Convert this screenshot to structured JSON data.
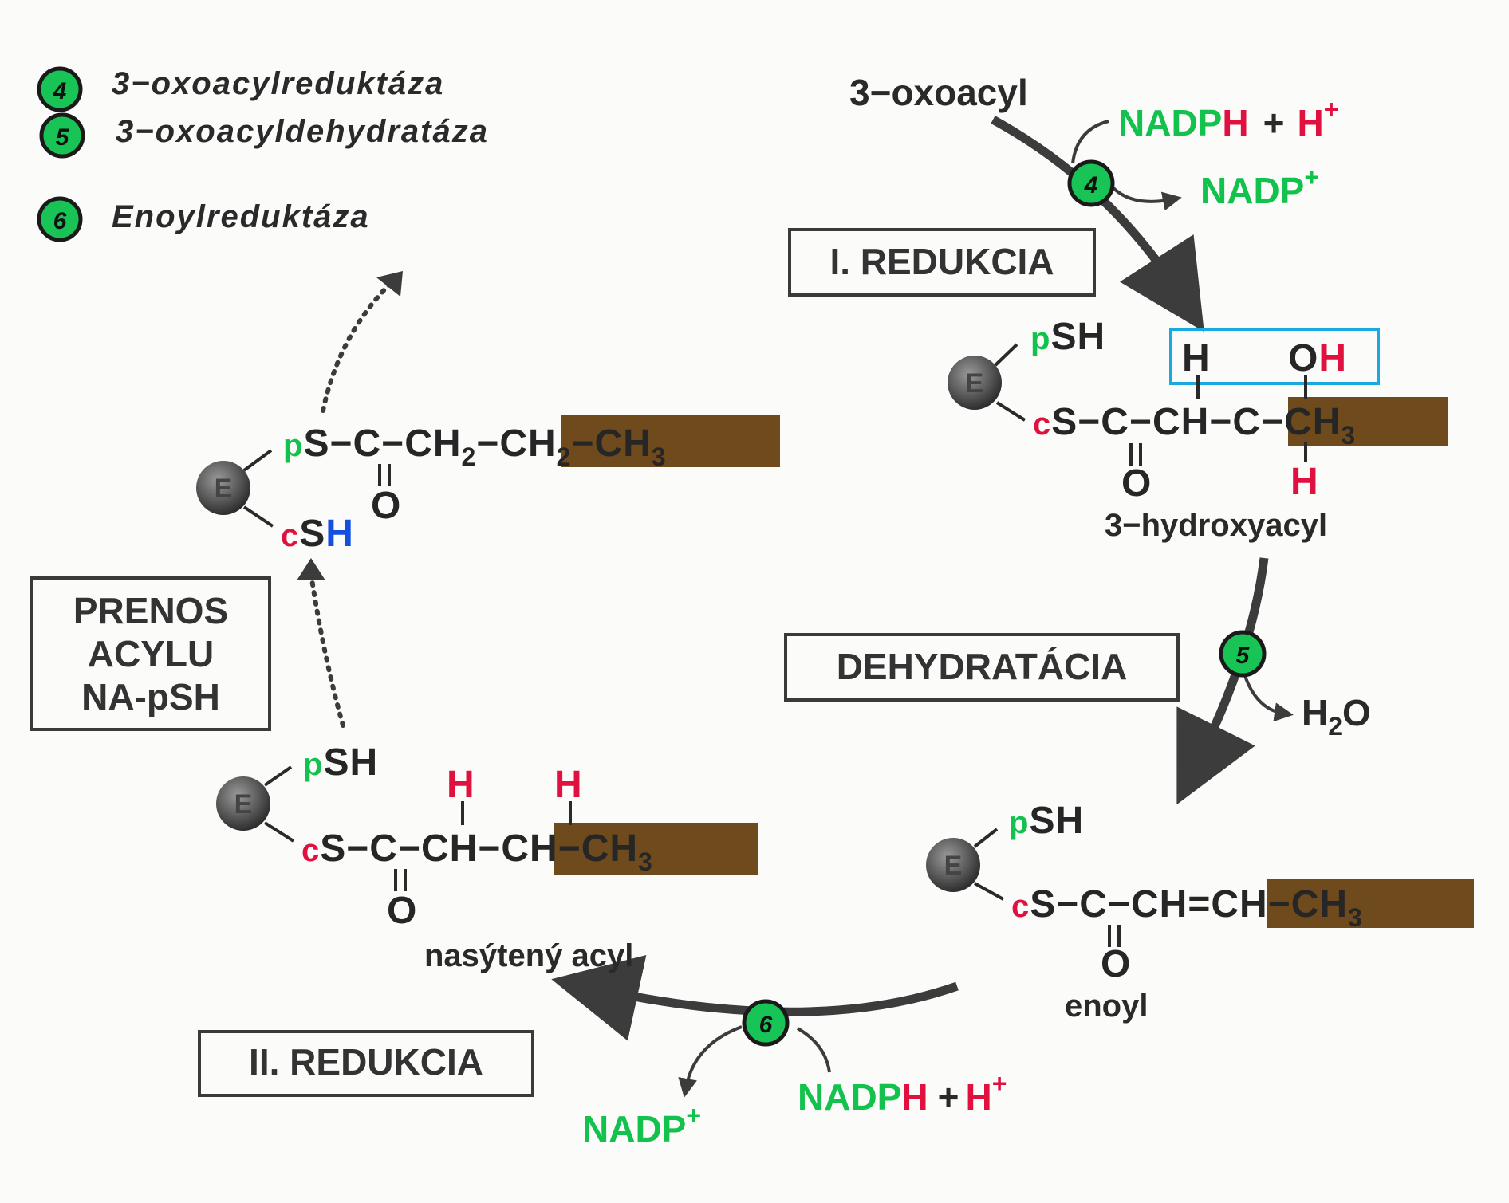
{
  "legend": [
    {
      "number": "4",
      "name": "3−oxoacylreduktáza"
    },
    {
      "number": "5",
      "name": "3−oxoacyldehydratáza"
    },
    {
      "number": "6",
      "name": "Enoylreduktáza"
    }
  ],
  "steps": {
    "reduction1": "I. REDUKCIA",
    "dehydration": "DEHYDRATÁCIA",
    "reduction2": "II. REDUKCIA",
    "transfer": [
      "PRENOS",
      "ACYLU",
      "NA-pSH"
    ]
  },
  "species": {
    "oxoacyl": "3−oxoacyl",
    "hydroxyacyl": "3−hydroxyacyl",
    "enoyl": "enoyl",
    "saturated": "nasýtený acyl"
  },
  "cofactors": {
    "nadp_base": "NADP",
    "h": "H",
    "plus": "+",
    "plus_sup": "+",
    "h2o_h": "H",
    "h2o_2": "2",
    "h2o_o": "O"
  },
  "enzyme_bead": "E",
  "sites": {
    "p": "p",
    "c": "c",
    "s": "S",
    "sh": "SH"
  },
  "atoms": {
    "C": "C",
    "O": "O",
    "OH_O": "O",
    "H": "H",
    "CH": "CH",
    "CH2": "CH",
    "CH3": "CH",
    "sub2": "2",
    "sub3": "3",
    "dash": "−",
    "eq": "="
  },
  "colors": {
    "green": "#12c24d",
    "red": "#e0103f",
    "blue": "#1450e0",
    "highlight_brown": "#6e4a1c",
    "box_cyan": "#19a8e0",
    "arrow_gray": "#3c3c3c"
  }
}
